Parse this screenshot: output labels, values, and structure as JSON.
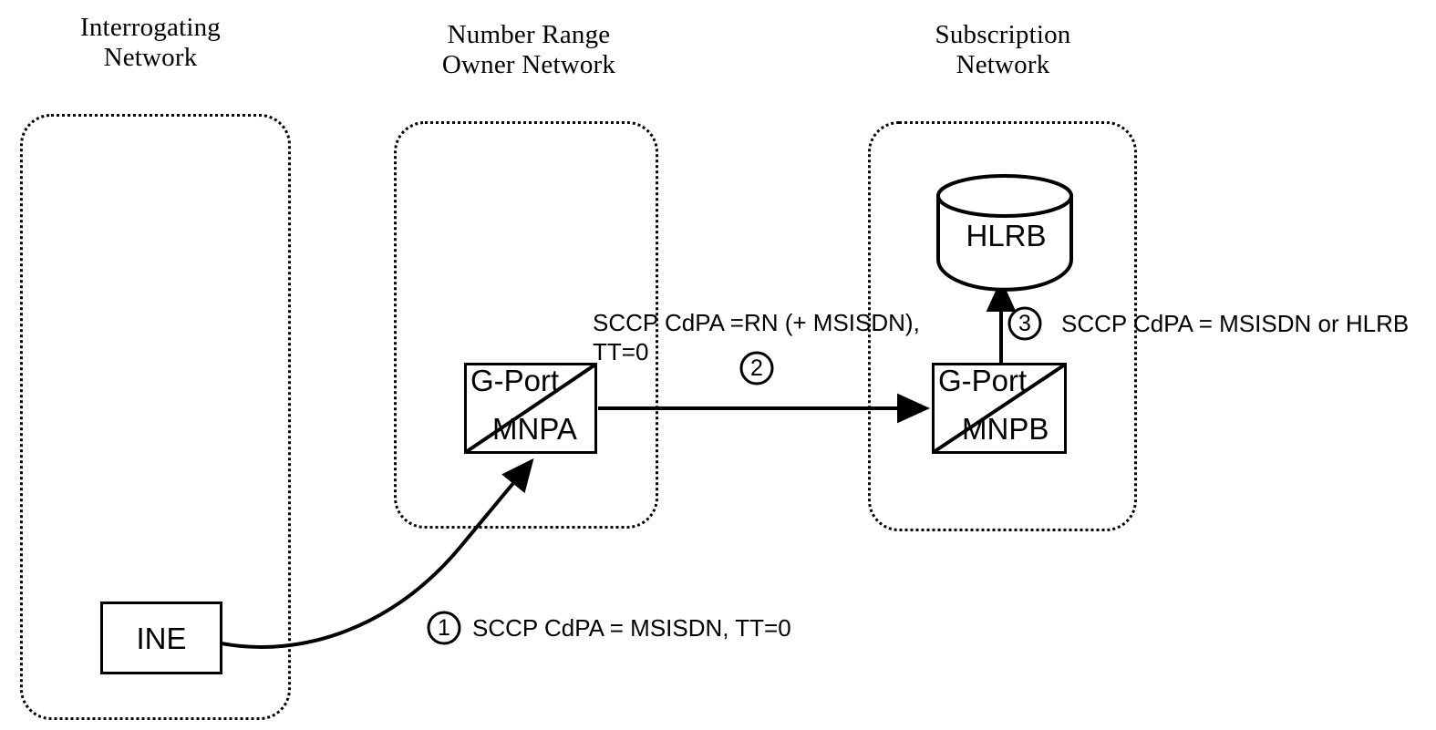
{
  "diagram": {
    "title": "G-Port Number Portability Message Flow",
    "stroke_color": "#000000",
    "background_color": "#ffffff"
  },
  "networks": [
    {
      "id": "interrogating",
      "label": "Interrogating\nNetwork"
    },
    {
      "id": "number_range",
      "label": "Number Range\nOwner Network"
    },
    {
      "id": "subscription",
      "label": "Subscription\nNetwork"
    }
  ],
  "nodes": [
    {
      "id": "ine",
      "label": "INE"
    },
    {
      "id": "mnpa",
      "label_top": "G-Port",
      "label_bottom": "MNPA"
    },
    {
      "id": "mnpb",
      "label_top": "G-Port",
      "label_bottom": "MNPB"
    },
    {
      "id": "hlrb",
      "label": "HLRB",
      "shape": "database-cylinder"
    }
  ],
  "steps": [
    {
      "number": "1",
      "marker": "①",
      "text": "SCCP CdPA = MSISDN, TT=0"
    },
    {
      "number": "2",
      "marker": "②",
      "text": "SCCP CdPA =RN (+ MSISDN),\nTT=0"
    },
    {
      "number": "3",
      "marker": "③",
      "text": "SCCP CdPA = MSISDN or HLRB"
    }
  ],
  "step_markers": {
    "one": "1",
    "two": "2",
    "three": "3"
  }
}
